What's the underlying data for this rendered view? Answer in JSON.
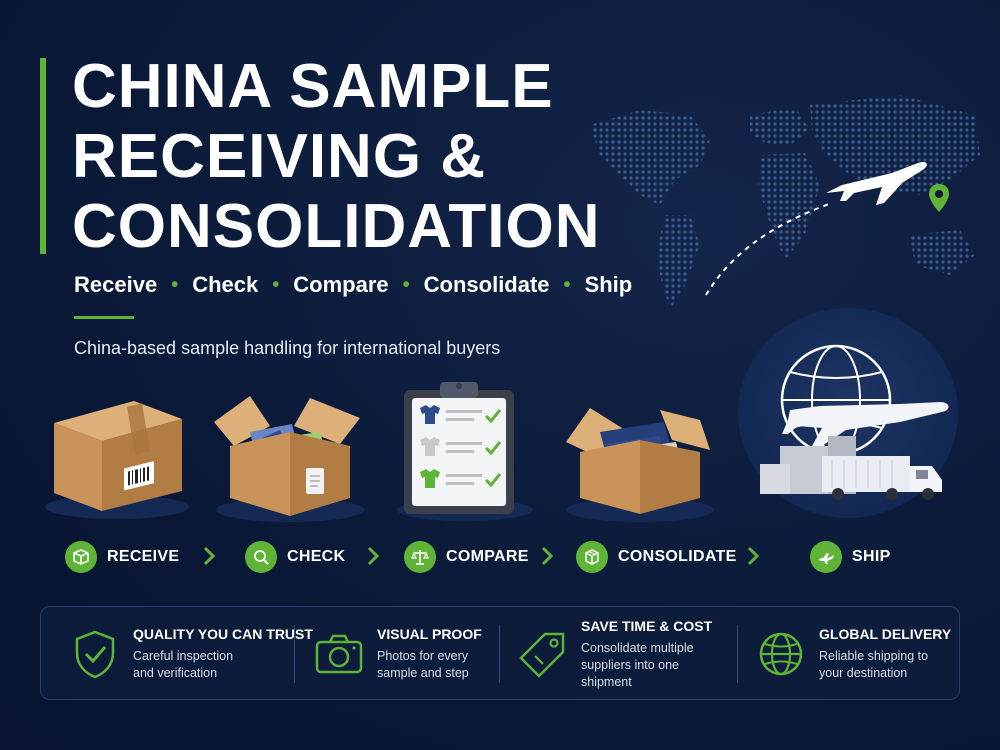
{
  "hero": {
    "title_line1": "CHINA SAMPLE",
    "title_line2": "RECEIVING &",
    "title_line3": "CONSOLIDATION",
    "steps": [
      "Receive",
      "Check",
      "Compare",
      "Consolidate",
      "Ship"
    ],
    "subtitle": "China-based sample handling for international buyers"
  },
  "process": [
    {
      "label": "RECEIVE",
      "icon": "box-icon"
    },
    {
      "label": "CHECK",
      "icon": "magnifier-icon"
    },
    {
      "label": "COMPARE",
      "icon": "scale-icon"
    },
    {
      "label": "CONSOLIDATE",
      "icon": "boxes-icon"
    },
    {
      "label": "SHIP",
      "icon": "plane-icon"
    }
  ],
  "features": [
    {
      "title": "QUALITY YOU CAN TRUST",
      "desc": "Careful inspection and verification",
      "icon": "shield-check-icon"
    },
    {
      "title": "VISUAL PROOF",
      "desc": "Photos for every sample and step",
      "icon": "camera-icon"
    },
    {
      "title": "SAVE TIME & COST",
      "desc": "Consolidate multiple suppliers into one shipment",
      "icon": "price-tag-icon"
    },
    {
      "title": "GLOBAL DELIVERY",
      "desc": "Reliable shipping to your destination",
      "icon": "globe-icon"
    }
  ],
  "colors": {
    "accent": "#5fb336",
    "background": "#0b1a38",
    "box": "#c9935a"
  }
}
